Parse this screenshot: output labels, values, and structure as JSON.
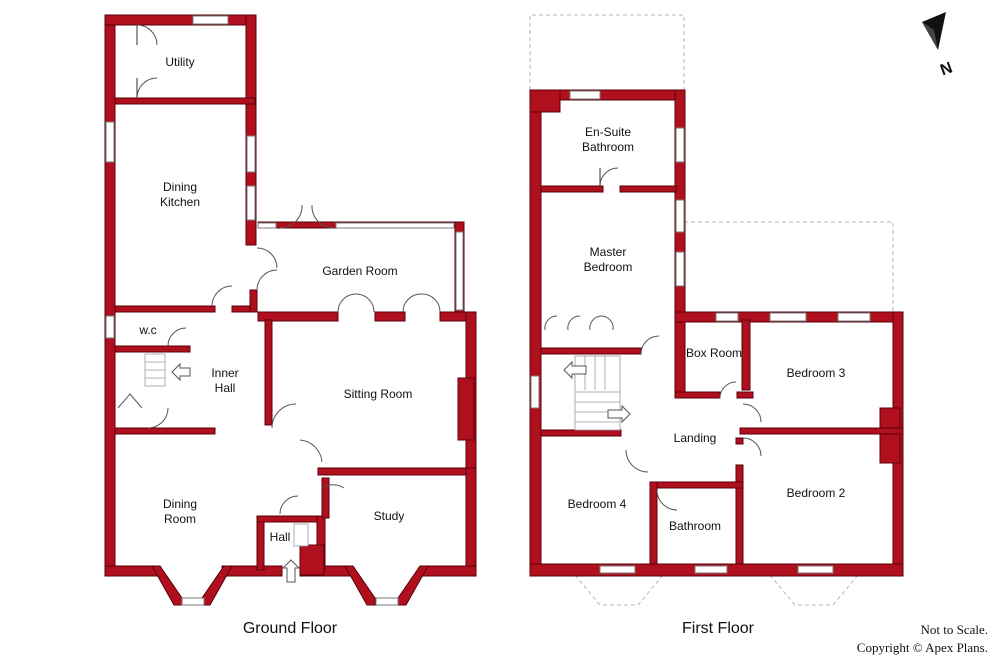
{
  "ground_floor": {
    "title": "Ground Floor",
    "rooms": {
      "utility": "Utility",
      "dining_kitchen": [
        "Dining",
        "Kitchen"
      ],
      "garden_room": "Garden Room",
      "wc": "w.c",
      "inner_hall": [
        "Inner",
        "Hall"
      ],
      "sitting_room": "Sitting Room",
      "dining_room": [
        "Dining",
        "Room"
      ],
      "study": "Study",
      "hall": "Hall"
    }
  },
  "first_floor": {
    "title": "First Floor",
    "rooms": {
      "en_suite": [
        "En-Suite",
        "Bathroom"
      ],
      "master_bedroom": [
        "Master",
        "Bedroom"
      ],
      "box_room": "Box Room",
      "bedroom_3": "Bedroom 3",
      "landing": "Landing",
      "bedroom_4": "Bedroom 4",
      "bedroom_2": "Bedroom 2",
      "bathroom": "Bathroom"
    }
  },
  "compass": {
    "letter": "N",
    "icon": "north-arrow-icon"
  },
  "notes": {
    "scale": "Not to Scale.",
    "copyright": "Copyright © Apex Plans."
  },
  "colors": {
    "wall": "#b0101e",
    "window": "#ffffff",
    "line": "#555555"
  }
}
